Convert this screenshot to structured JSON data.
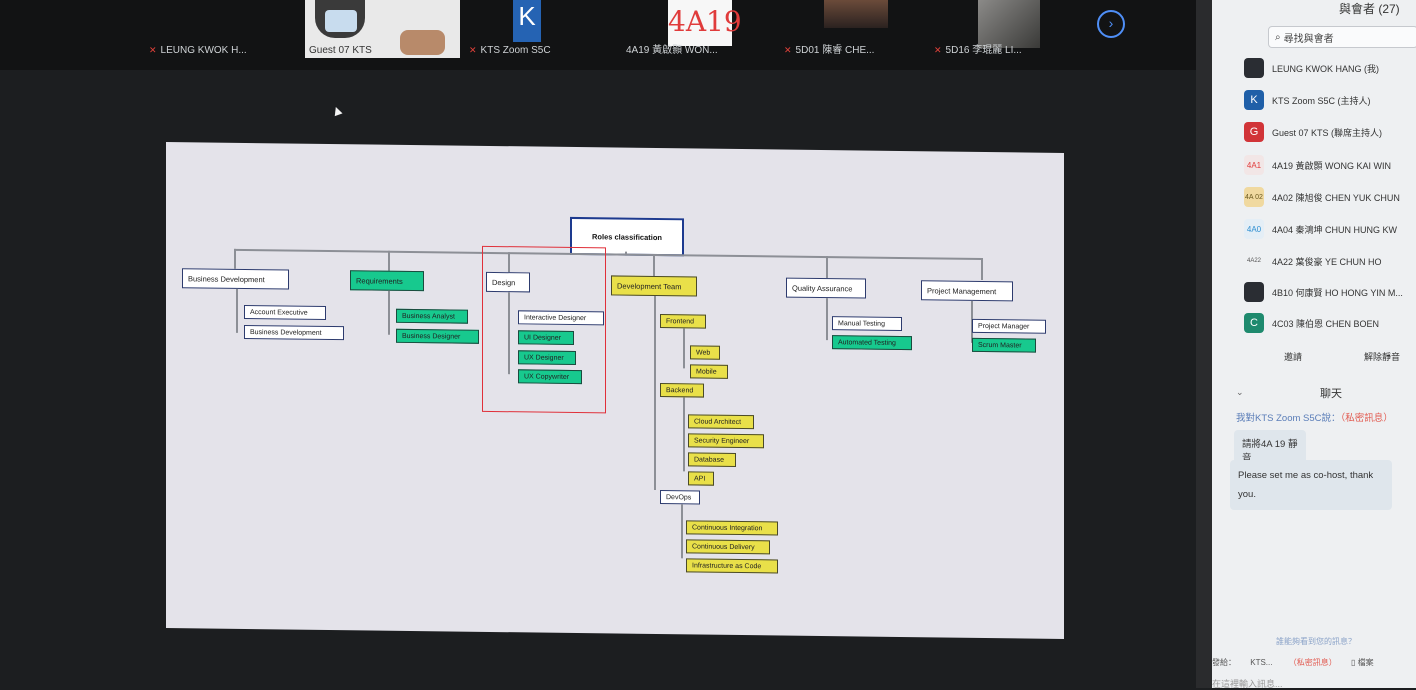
{
  "top_strip": {
    "tiles": [
      {
        "name": "LEUNG KWOK H...",
        "muted": true
      },
      {
        "name": "Guest 07 KTS",
        "muted": false
      },
      {
        "name": "KTS Zoom S5C",
        "muted": true,
        "avatar_letter": "K"
      },
      {
        "name": "4A19 黃啟顥 WON...",
        "muted": false,
        "avatar_text": "4A19"
      },
      {
        "name": "5D01 陳睿 CHE...",
        "muted": true
      },
      {
        "name": "5D16 李琨麗 LI...",
        "muted": true
      }
    ],
    "next_icon": "chevron-right-icon",
    "next_glyph": "›"
  },
  "diagram": {
    "root": "Roles classification",
    "categories": {
      "business_development": {
        "label": "Business Development",
        "children": [
          "Account Executive",
          "Business Development"
        ]
      },
      "requirements": {
        "label": "Requirements",
        "children": [
          "Business Analyst",
          "Business Designer"
        ]
      },
      "design": {
        "label": "Design",
        "children": [
          "Interactive Designer",
          "UI Designer",
          "UX Designer",
          "UX Copywriter"
        ]
      },
      "development_team": {
        "label": "Development Team",
        "frontend": {
          "label": "Frontend",
          "children": [
            "Web",
            "Mobile"
          ]
        },
        "backend": {
          "label": "Backend",
          "children": [
            "Cloud Architect",
            "Security Engineer",
            "Database",
            "API"
          ]
        },
        "devops": {
          "label": "DevOps",
          "children": [
            "Continuous Integration",
            "Continuous Delivery",
            "Infrastructure as Code"
          ]
        }
      },
      "quality_assurance": {
        "label": "Quality Assurance",
        "children": [
          "Manual Testing",
          "Automated Testing"
        ]
      },
      "project_management": {
        "label": "Project Management",
        "children": [
          "Project Manager",
          "Scrum Master"
        ]
      }
    },
    "colors": {
      "white_node": "#ffffff",
      "green_node": "#17c98e",
      "yellow_node": "#e9e049",
      "highlight_box": "#e0303a",
      "root_border": "#1d3a8f"
    }
  },
  "participants_panel": {
    "header": "與會者 (27)",
    "search_placeholder": "尋找與會者",
    "participants": [
      {
        "name": "LEUNG KWOK HANG (我)",
        "avatar": "",
        "avatar_color": "#2a2d33"
      },
      {
        "name": "KTS Zoom S5C (主持人)",
        "avatar": "K",
        "avatar_color": "#1f5fa8"
      },
      {
        "name": "Guest 07 KTS (聯席主持人)",
        "avatar": "G",
        "avatar_color": "#d13438"
      },
      {
        "name": "4A19 黃啟顥 WONG KAI WIN",
        "avatar": "4A1",
        "avatar_color": "#f2e6e6"
      },
      {
        "name": "4A02 陳旭俊 CHEN YUK CHUN",
        "avatar": "4A 02",
        "avatar_color": "#f0d9a0"
      },
      {
        "name": "4A04 秦鴻坤 CHUN HUNG KW",
        "avatar": "4A0",
        "avatar_color": "#e4eef6"
      },
      {
        "name": "4A22 葉俊豪 YE CHUN HO",
        "avatar": "4A22",
        "avatar_color": "#eef0f2"
      },
      {
        "name": "4B10 何康賢 HO HONG YIN M...",
        "avatar": "",
        "avatar_color": "#2a2d33"
      },
      {
        "name": "4C03 陳伯恩 CHEN BOEN",
        "avatar": "C",
        "avatar_color": "#1e8a6e"
      }
    ],
    "invite_button": "邀請",
    "unmute_button": "解除靜音"
  },
  "chat": {
    "title": "聊天",
    "collapse_icon": "chevron-down-icon",
    "from_line": "我對KTS Zoom S5C說：",
    "private_tag": "（私密訊息）",
    "messages": [
      "請將4A 19 靜音",
      "Please set me as co-host, thank you."
    ],
    "hint": "誰能夠看到您的訊息？",
    "send_to_label": "發給：",
    "send_to_value": "KTS...",
    "private_label": "（私密訊息）",
    "file_label": "檔案",
    "input_placeholder": "在這裡輸入訊息..."
  }
}
